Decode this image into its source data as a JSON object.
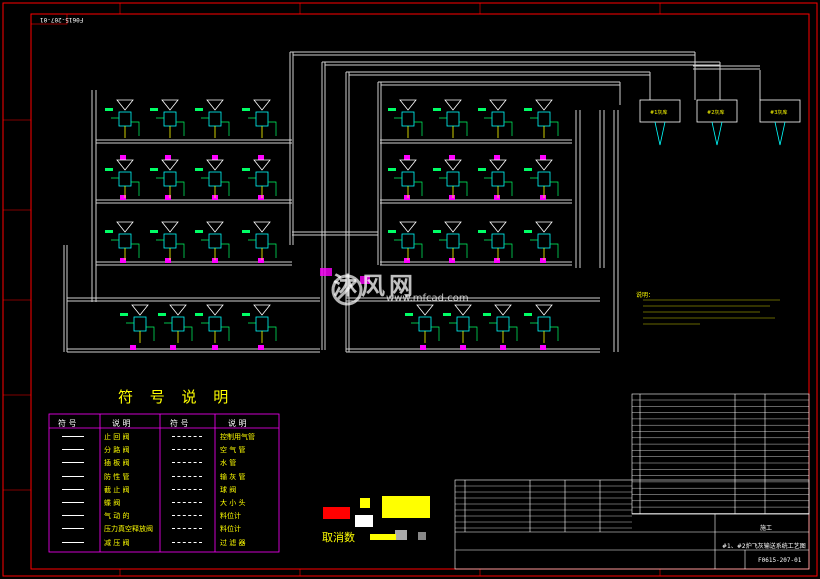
{
  "drawing": {
    "top_tag": "F0615-207-01",
    "drawing_number": "F0615-207-01",
    "drawing_title": "#1、#2炉飞灰输送系统工艺图",
    "stage": "施工",
    "notes_heading": "说明：",
    "watermark_text": "沐风网",
    "watermark_url": "www.mfcad.com",
    "stamp_text": "取消数",
    "bins": [
      "#1灰库",
      "#2灰库",
      "#3灰库"
    ]
  },
  "legend": {
    "title": "符 号 说 明",
    "headers": [
      "符 号",
      "说 明",
      "符 号",
      "说 明"
    ],
    "left_items": [
      "止 回 阀",
      "分 路 阀",
      "插 板 阀",
      "防 性 管",
      "截 止 阀",
      "蝶 阀",
      "气 动 的",
      "压力真空释放阀",
      "减 压 阀"
    ],
    "right_items": [
      "控制用气管",
      "空 气 管",
      "水 管",
      "输 灰 管",
      "球 阀",
      "大 小 头",
      "料位计",
      "料位计",
      "过 滤 器"
    ]
  },
  "colors": {
    "background": "#000000",
    "frame": "#ff0000",
    "text_yellow": "#ffff00",
    "equipment_cyan": "#00ffff",
    "magenta": "#ff00ff",
    "pipe_white": "#ffffff"
  }
}
